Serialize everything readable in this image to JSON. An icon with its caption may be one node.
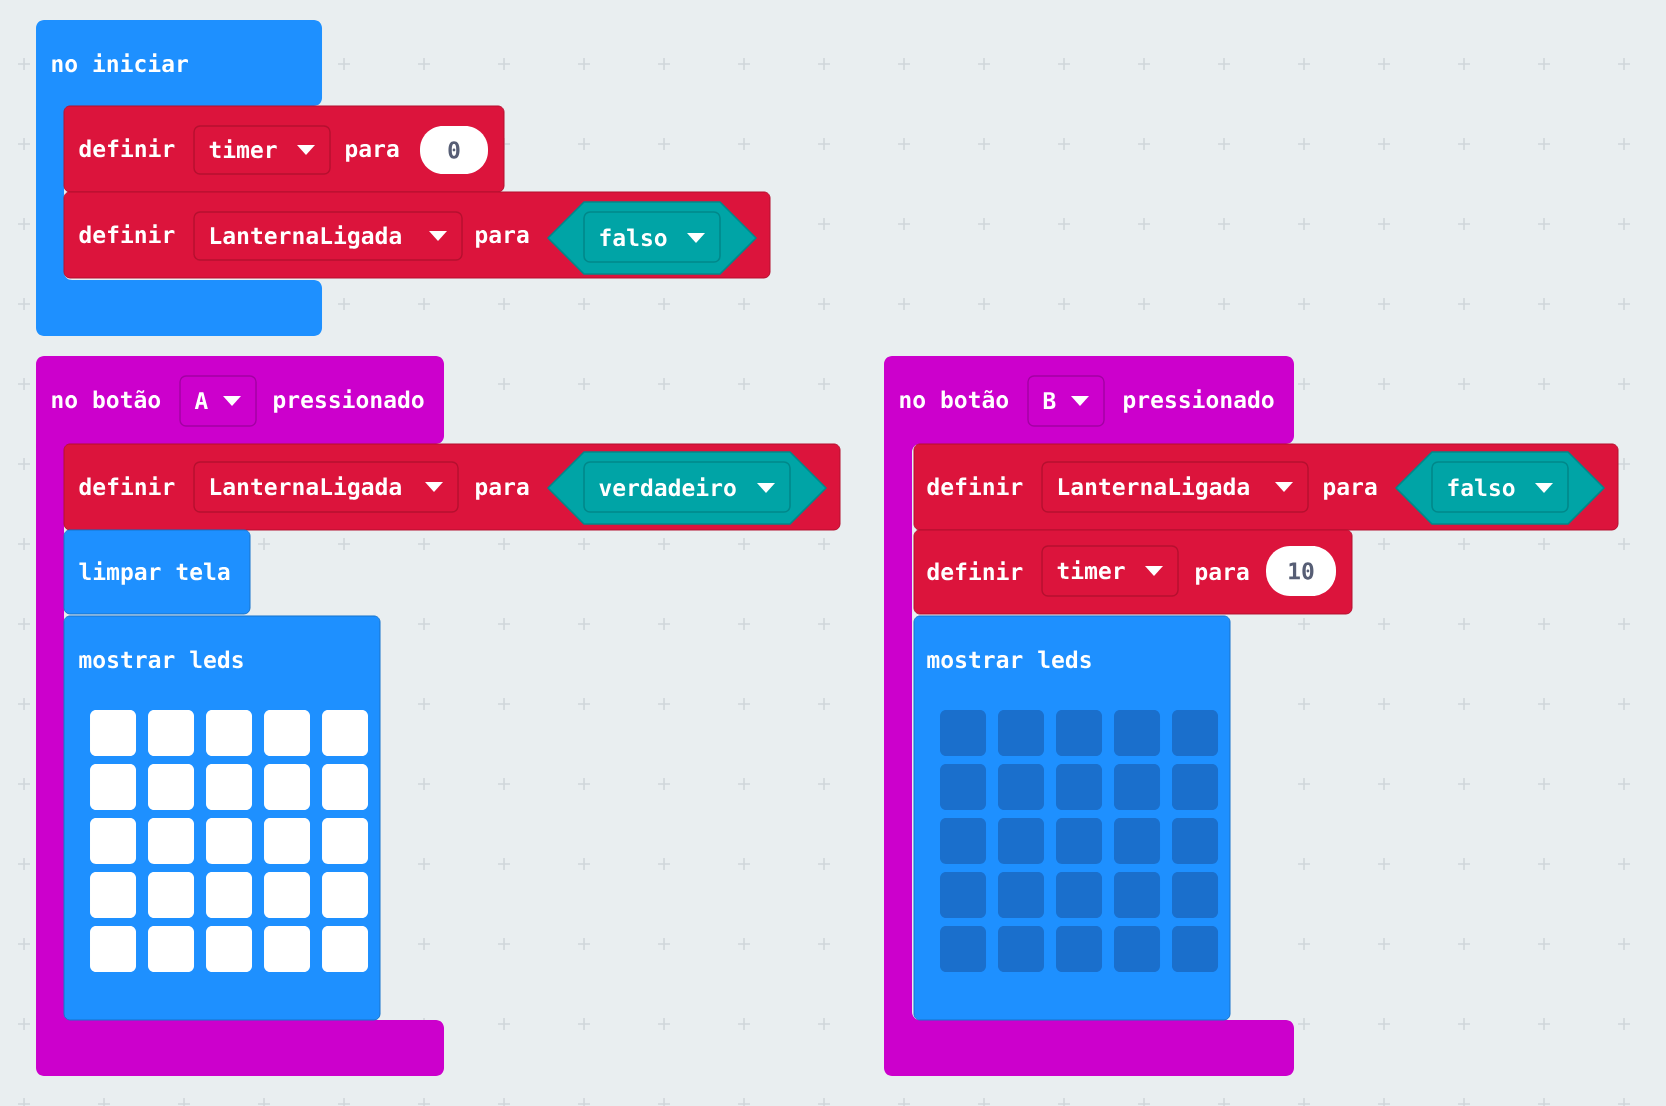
{
  "diagram": {
    "nodes": [
      {
        "text": [
          "no iniciar"
        ]
      },
      {
        "text": [
          "definir",
          "para"
        ]
      },
      {
        "text": [
          "timer"
        ],
        "in": 1
      },
      {
        "text": [
          "0"
        ],
        "in": 1
      },
      {
        "text": [
          "definir",
          "para"
        ]
      },
      {
        "text": [
          "LanternaLigada"
        ],
        "in": 4
      },
      {
        "text": [
          "falso"
        ],
        "in": 4
      },
      {
        "text": [
          "no botão",
          "pressionado"
        ]
      },
      {
        "text": [
          "A"
        ],
        "in": 7
      },
      {
        "text": [
          "definir",
          "para"
        ]
      },
      {
        "text": [
          "LanternaLigada"
        ],
        "in": 9
      },
      {
        "text": [
          "verdadeiro"
        ],
        "in": 9
      },
      {
        "text": [
          "limpar tela"
        ],
        "in": 7
      },
      {
        "text": [
          "mostrar leds"
        ],
        "in": 7
      },
      {
        "text": [],
        "shape": "box",
        "in": 13
      },
      {
        "text": [],
        "shape": "box",
        "in": 13
      },
      {
        "text": [],
        "shape": "box",
        "in": 13
      },
      {
        "text": [],
        "shape": "box",
        "in": 13
      },
      {
        "text": [],
        "shape": "box",
        "in": 13
      },
      {
        "text": [],
        "shape": "box",
        "in": 13
      },
      {
        "text": [],
        "shape": "box",
        "in": 13
      },
      {
        "text": [],
        "shape": "box",
        "in": 13
      },
      {
        "text": [],
        "shape": "box",
        "in": 13
      },
      {
        "text": [],
        "shape": "box",
        "in": 13
      },
      {
        "text": [],
        "shape": "box",
        "in": 13
      },
      {
        "text": [],
        "shape": "box",
        "in": 13
      },
      {
        "text": [],
        "shape": "box",
        "in": 13
      },
      {
        "text": [],
        "shape": "box",
        "in": 13
      },
      {
        "text": [],
        "shape": "box",
        "in": 13
      },
      {
        "text": [],
        "shape": "box",
        "in": 13
      },
      {
        "text": [],
        "shape": "box",
        "in": 13
      },
      {
        "text": [],
        "shape": "box",
        "in": 13
      },
      {
        "text": [],
        "shape": "box",
        "in": 13
      },
      {
        "text": [],
        "shape": "box",
        "in": 13
      },
      {
        "text": [],
        "shape": "box",
        "in": 13
      },
      {
        "text": [],
        "shape": "box",
        "in": 13
      },
      {
        "text": [],
        "shape": "box",
        "in": 13
      },
      {
        "text": [],
        "shape": "box",
        "in": 13
      },
      {
        "text": [],
        "shape": "box",
        "in": 13
      },
      {
        "text": [
          "no botão",
          "pressionado"
        ]
      },
      {
        "text": [
          "B"
        ],
        "in": 39
      },
      {
        "text": [
          "definir",
          "para"
        ]
      },
      {
        "text": [
          "LanternaLigada"
        ],
        "in": 41
      },
      {
        "text": [
          "falso"
        ],
        "in": 41
      },
      {
        "text": [
          "definir",
          "para"
        ],
        "in": 39
      },
      {
        "text": [
          "timer"
        ],
        "in": 44
      },
      {
        "text": [
          "10"
        ],
        "in": 44
      },
      {
        "text": [
          "mostrar leds"
        ],
        "in": 39
      },
      {
        "text": [],
        "shape": "box",
        "in": 47
      },
      {
        "text": [],
        "shape": "box",
        "in": 47
      },
      {
        "text": [],
        "shape": "box",
        "in": 47
      },
      {
        "text": [],
        "shape": "box",
        "in": 47
      },
      {
        "text": [],
        "shape": "box",
        "in": 47
      },
      {
        "text": [],
        "shape": "box",
        "in": 47
      },
      {
        "text": [],
        "shape": "box",
        "in": 47
      },
      {
        "text": [],
        "shape": "box",
        "in": 47
      },
      {
        "text": [],
        "shape": "box",
        "in": 47
      },
      {
        "text": [],
        "shape": "box",
        "in": 47
      },
      {
        "text": [],
        "shape": "box",
        "in": 47
      },
      {
        "text": [],
        "shape": "box",
        "in": 47
      },
      {
        "text": [],
        "shape": "box",
        "in": 47
      },
      {
        "text": [],
        "shape": "box",
        "in": 47
      },
      {
        "text": [],
        "shape": "box",
        "in": 47
      },
      {
        "text": [],
        "shape": "box",
        "in": 47
      },
      {
        "text": [],
        "shape": "box",
        "in": 47
      },
      {
        "text": [],
        "shape": "box",
        "in": 47
      },
      {
        "text": [],
        "shape": "box",
        "in": 47
      },
      {
        "text": [],
        "shape": "box",
        "in": 47
      },
      {
        "text": [],
        "shape": "box",
        "in": 47
      },
      {
        "text": [],
        "shape": "box",
        "in": 47
      },
      {
        "text": [],
        "shape": "box",
        "in": 47
      },
      {
        "text": [],
        "shape": "box",
        "in": 47
      },
      {
        "text": [],
        "shape": "box",
        "in": 47
      }
    ]
  }
}
